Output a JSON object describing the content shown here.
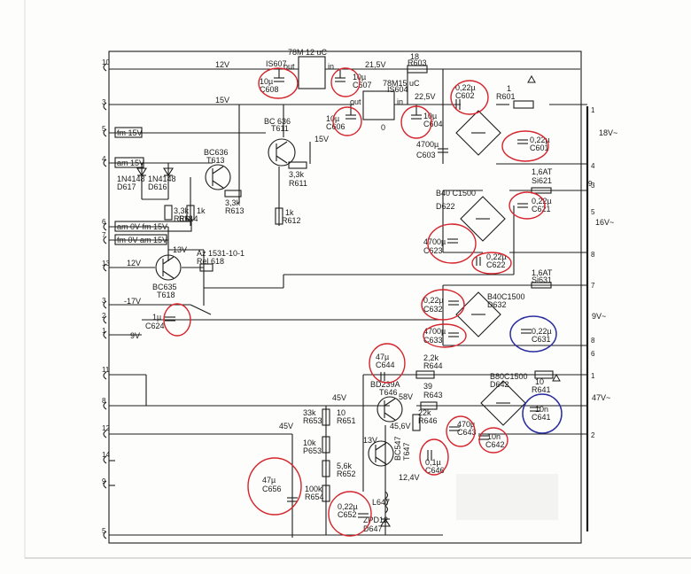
{
  "regulators": {
    "ic607": {
      "type": "78M 12 uC",
      "ref": "IS607",
      "in": "in",
      "out": "out"
    },
    "ic604": {
      "type": "78M15 uC",
      "ref": "IS604",
      "in": "in",
      "out": "out",
      "gnd": "0"
    }
  },
  "nets": {
    "v12": "12V",
    "v15": "15V",
    "v21": "21,5V",
    "v22": "22,5V",
    "v13": "13V",
    "v45a": "45V",
    "v45b": "45V",
    "v58": "58V",
    "v456": "45,6V",
    "v124": "12,4V",
    "m17": "-17V",
    "v9": "9V",
    "v13b": "13V",
    "v15b": "15V",
    "v12b": "12V"
  },
  "signals": {
    "fm15": "fm 15V",
    "am15": "am 15V",
    "am0fm15": "am 0V fm 15V",
    "fm0am15": "fm 0V am 15V"
  },
  "outputs": {
    "out1": "18V~",
    "out2": "16V~",
    "out3": "9V~",
    "out4": "47V~"
  },
  "resistors": {
    "r603": {
      "value": "18",
      "ref": "R603"
    },
    "r601": {
      "value": "1",
      "ref": "R601"
    },
    "r611": {
      "value": "3,3k",
      "ref": "R611"
    },
    "r612": {
      "value": "1k",
      "ref": "R612"
    },
    "r613": {
      "value": "3,3k",
      "ref": "R613"
    },
    "r614": {
      "value": "1k",
      "ref": "R614"
    },
    "r618": {
      "value": "3,3k",
      "ref": "R618"
    },
    "r644": {
      "value": "2,2k",
      "ref": "R644"
    },
    "r643": {
      "value": "39",
      "ref": "R643"
    },
    "r646": {
      "value": "22k",
      "ref": "R646"
    },
    "r641": {
      "value": "10",
      "ref": "R641"
    },
    "r653": {
      "value": "33k",
      "ref": "R653"
    },
    "r651": {
      "value": "10",
      "ref": "R651"
    },
    "p653": {
      "value": "10k",
      "ref": "P653"
    },
    "r652": {
      "value": "5,6k",
      "ref": "R652"
    },
    "r654": {
      "value": "100k",
      "ref": "R654"
    }
  },
  "capacitors": {
    "c608": {
      "value": "10µ",
      "ref": "C608"
    },
    "c607": {
      "value": "10µ",
      "ref": "C607"
    },
    "c606": {
      "value": "10µ",
      "ref": "C606"
    },
    "c604": {
      "value": "10µ",
      "ref": "C604"
    },
    "c602": {
      "value": "0,22µ",
      "ref": "C602"
    },
    "c603": {
      "value": "4700µ",
      "ref": "C603"
    },
    "c601": {
      "value": "0,22µ",
      "ref": "C601"
    },
    "c621": {
      "value": "0,22µ",
      "ref": "C621"
    },
    "c623": {
      "value": "4700µ",
      "ref": "C623"
    },
    "c622": {
      "value": "0,22µ",
      "ref": "C622"
    },
    "c632": {
      "value": "0,22µ",
      "ref": "C632"
    },
    "c633": {
      "value": "4700µ",
      "ref": "C633"
    },
    "c631": {
      "value": "0,22µ",
      "ref": "C631"
    },
    "c624": {
      "value": "1µ",
      "ref": "C624"
    },
    "c644": {
      "value": "47µ",
      "ref": "C644"
    },
    "c643": {
      "value": "470µ",
      "ref": "C643"
    },
    "c642": {
      "value": "10n",
      "ref": "C642"
    },
    "c641": {
      "value": "10n",
      "ref": "C641"
    },
    "c646": {
      "value": "0,1µ",
      "ref": "C646"
    },
    "c656": {
      "value": "47µ",
      "ref": "C656"
    },
    "c652": {
      "value": "0,22µ",
      "ref": "C652"
    }
  },
  "transistors": {
    "t611": {
      "type": "BC 636",
      "ref": "T611"
    },
    "t613": {
      "type": "BC636",
      "ref": "T613"
    },
    "t618": {
      "type": "BC635",
      "ref": "T618"
    },
    "t646": {
      "type": "BD239A",
      "ref": "T646"
    },
    "t647": {
      "type": "BC547",
      "ref": "T647"
    }
  },
  "diodes": {
    "d617": {
      "type": "1N4148",
      "ref": "D617"
    },
    "d616": {
      "type": "1N4148",
      "ref": "D616"
    },
    "d647": {
      "type": "ZPD12",
      "ref": "D647"
    }
  },
  "bridges": {
    "d622": {
      "type": "B40 C1500",
      "ref": "D622"
    },
    "d632": {
      "type": "B40C1500",
      "ref": "D632"
    },
    "d642": {
      "type": "B80C1500",
      "ref": "D642"
    }
  },
  "fuses": {
    "si621": {
      "value": "1,6AT",
      "ref": "Si621"
    },
    "si631": {
      "value": "1,6AT",
      "ref": "Si631"
    }
  },
  "relay": {
    "type": "Az 1531-10-1",
    "ref": "Rel 618"
  },
  "coil": {
    "ref": "L647"
  },
  "pins_left": [
    "10",
    "3",
    "5",
    "4",
    "6",
    "7",
    "13",
    "3",
    "2",
    "1",
    "11",
    "8",
    "12",
    "14",
    "9",
    "5"
  ],
  "pins_right": [
    "1",
    "4",
    "3",
    "5",
    "9",
    "8",
    "7",
    "8",
    "6",
    "1",
    "2"
  ]
}
